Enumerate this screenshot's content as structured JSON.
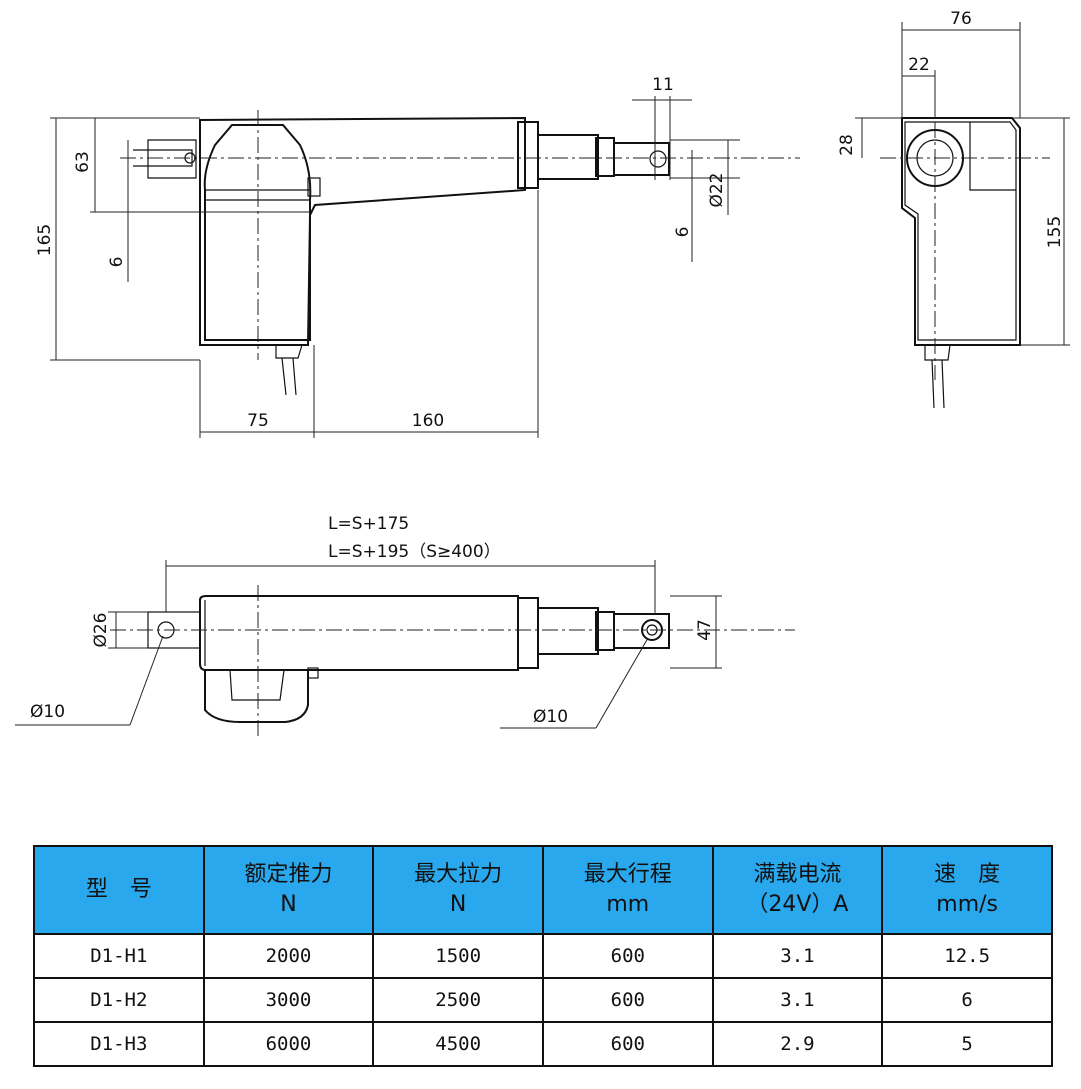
{
  "drawing": {
    "side_view_dims": {
      "height_total": "165",
      "height_upper": "63",
      "offset_left": "6",
      "width_motor": "75",
      "width_tube": "160",
      "rod_end_width": "11",
      "rod_diameter": "Ø22",
      "rod_offset": "6"
    },
    "end_view_dims": {
      "width_total": "76",
      "width_offset": "22",
      "height_upper": "28",
      "height_total": "155"
    },
    "top_view_dims": {
      "length_formula_1": "L=S+175",
      "length_formula_2": "L=S+195（S≥400）",
      "rear_diameter": "Ø26",
      "front_height": "47",
      "hole_left": "Ø10",
      "hole_right": "Ø10"
    }
  },
  "spec_table": {
    "headers": [
      {
        "line1": "型　号",
        "line2": ""
      },
      {
        "line1": "额定推力",
        "line2": "N"
      },
      {
        "line1": "最大拉力",
        "line2": "N"
      },
      {
        "line1": "最大行程",
        "line2": "mm"
      },
      {
        "line1": "满载电流",
        "line2": "（24V）A"
      },
      {
        "line1": "速　度",
        "line2": "mm/s"
      }
    ],
    "rows": [
      [
        "D1-H1",
        "2000",
        "1500",
        "600",
        "3.1",
        "12.5"
      ],
      [
        "D1-H2",
        "3000",
        "2500",
        "600",
        "3.1",
        "6"
      ],
      [
        "D1-H3",
        "6000",
        "4500",
        "600",
        "2.9",
        "5"
      ]
    ],
    "header_color": "#2aa8ee"
  }
}
